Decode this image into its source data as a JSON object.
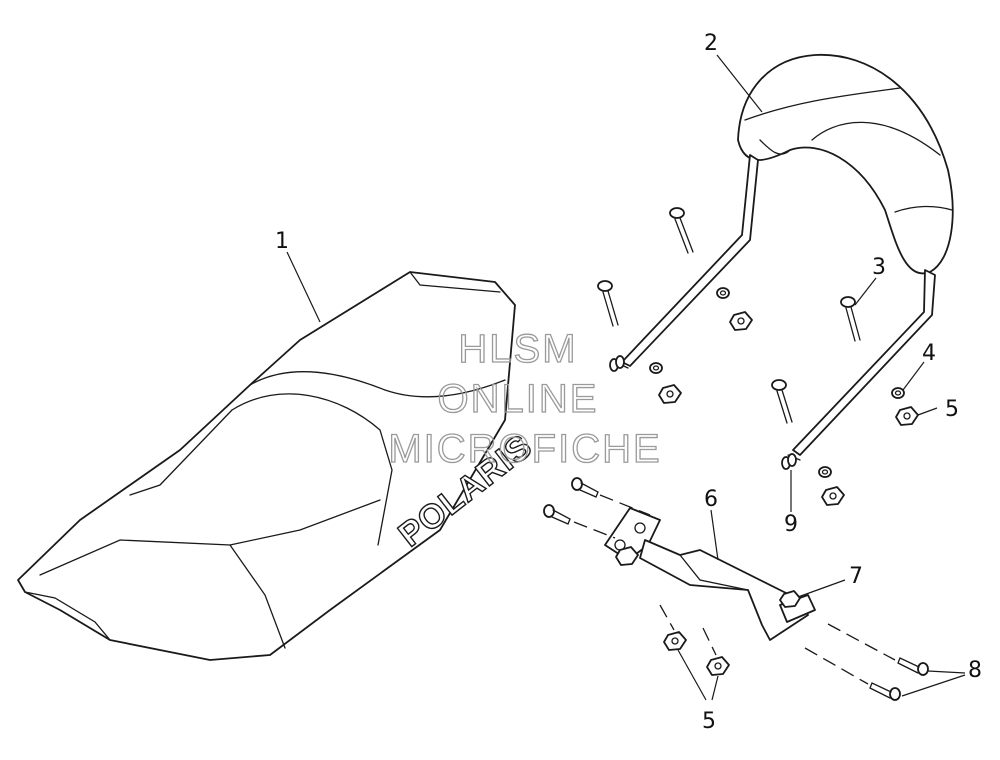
{
  "callouts": {
    "c1": "1",
    "c2": "2",
    "c3": "3",
    "c4": "4",
    "c5a": "5",
    "c5b": "5",
    "c6": "6",
    "c7": "7",
    "c8": "8",
    "c9": "9"
  },
  "watermark": {
    "line1": "HLSM",
    "line2": "ONLINE",
    "line3": "MICROFICHE"
  },
  "seat_logo": "POLARIS",
  "colors": {
    "line": "#1a1a1a",
    "watermark": "#9a9a9a",
    "background": "#ffffff"
  }
}
